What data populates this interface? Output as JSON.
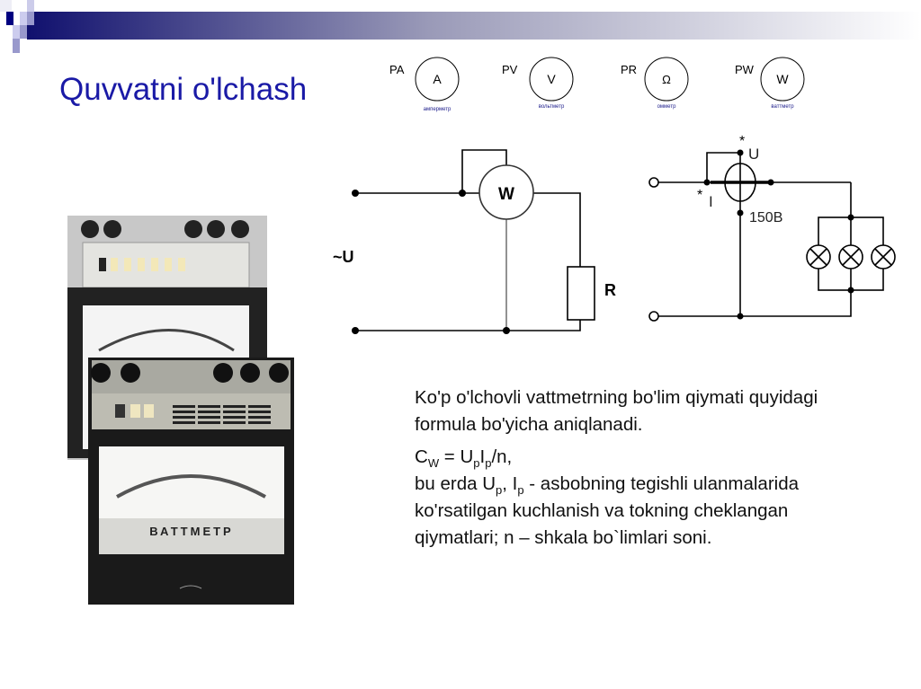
{
  "slide": {
    "title": "Quvvatni o'lchash",
    "header_bar_colors": {
      "dark": "#000080",
      "light": "#ffffff"
    }
  },
  "symbols": [
    {
      "code": "PA",
      "letter": "A",
      "caption": "амперметр"
    },
    {
      "code": "PV",
      "letter": "V",
      "caption": "вольтметр"
    },
    {
      "code": "PR",
      "letter": "Ω",
      "caption": "омметр"
    },
    {
      "code": "PW",
      "letter": "W",
      "caption": "ваттметр"
    }
  ],
  "circuit1": {
    "meter": "W",
    "source": "~U",
    "load": "R"
  },
  "circuit2": {
    "voltage_mark": "U",
    "current_mark": "I",
    "star": "*",
    "range": "150B"
  },
  "photo": {
    "label": "ВАТТМЕТР"
  },
  "text": {
    "line1": "Ko'p o'lchovli vattmetrning bo'lim qiymati quyidagi formula bo'yicha aniqlanadi.",
    "formula": {
      "c": "C",
      "c_sub": "W",
      "eq": " = U",
      "u_sub": "p",
      "i": "I",
      "i_sub": "p",
      "tail": "/n,"
    },
    "line3": {
      "a": "bu erda U",
      "a_sub": "p",
      "b": ", I",
      "b_sub": "p",
      "c": " - asbobning tegishli ulanmalarida ko'rsatilgan kuchlanish va tokning cheklangan qiymatlari; n – shkala bo`limlari soni."
    }
  }
}
